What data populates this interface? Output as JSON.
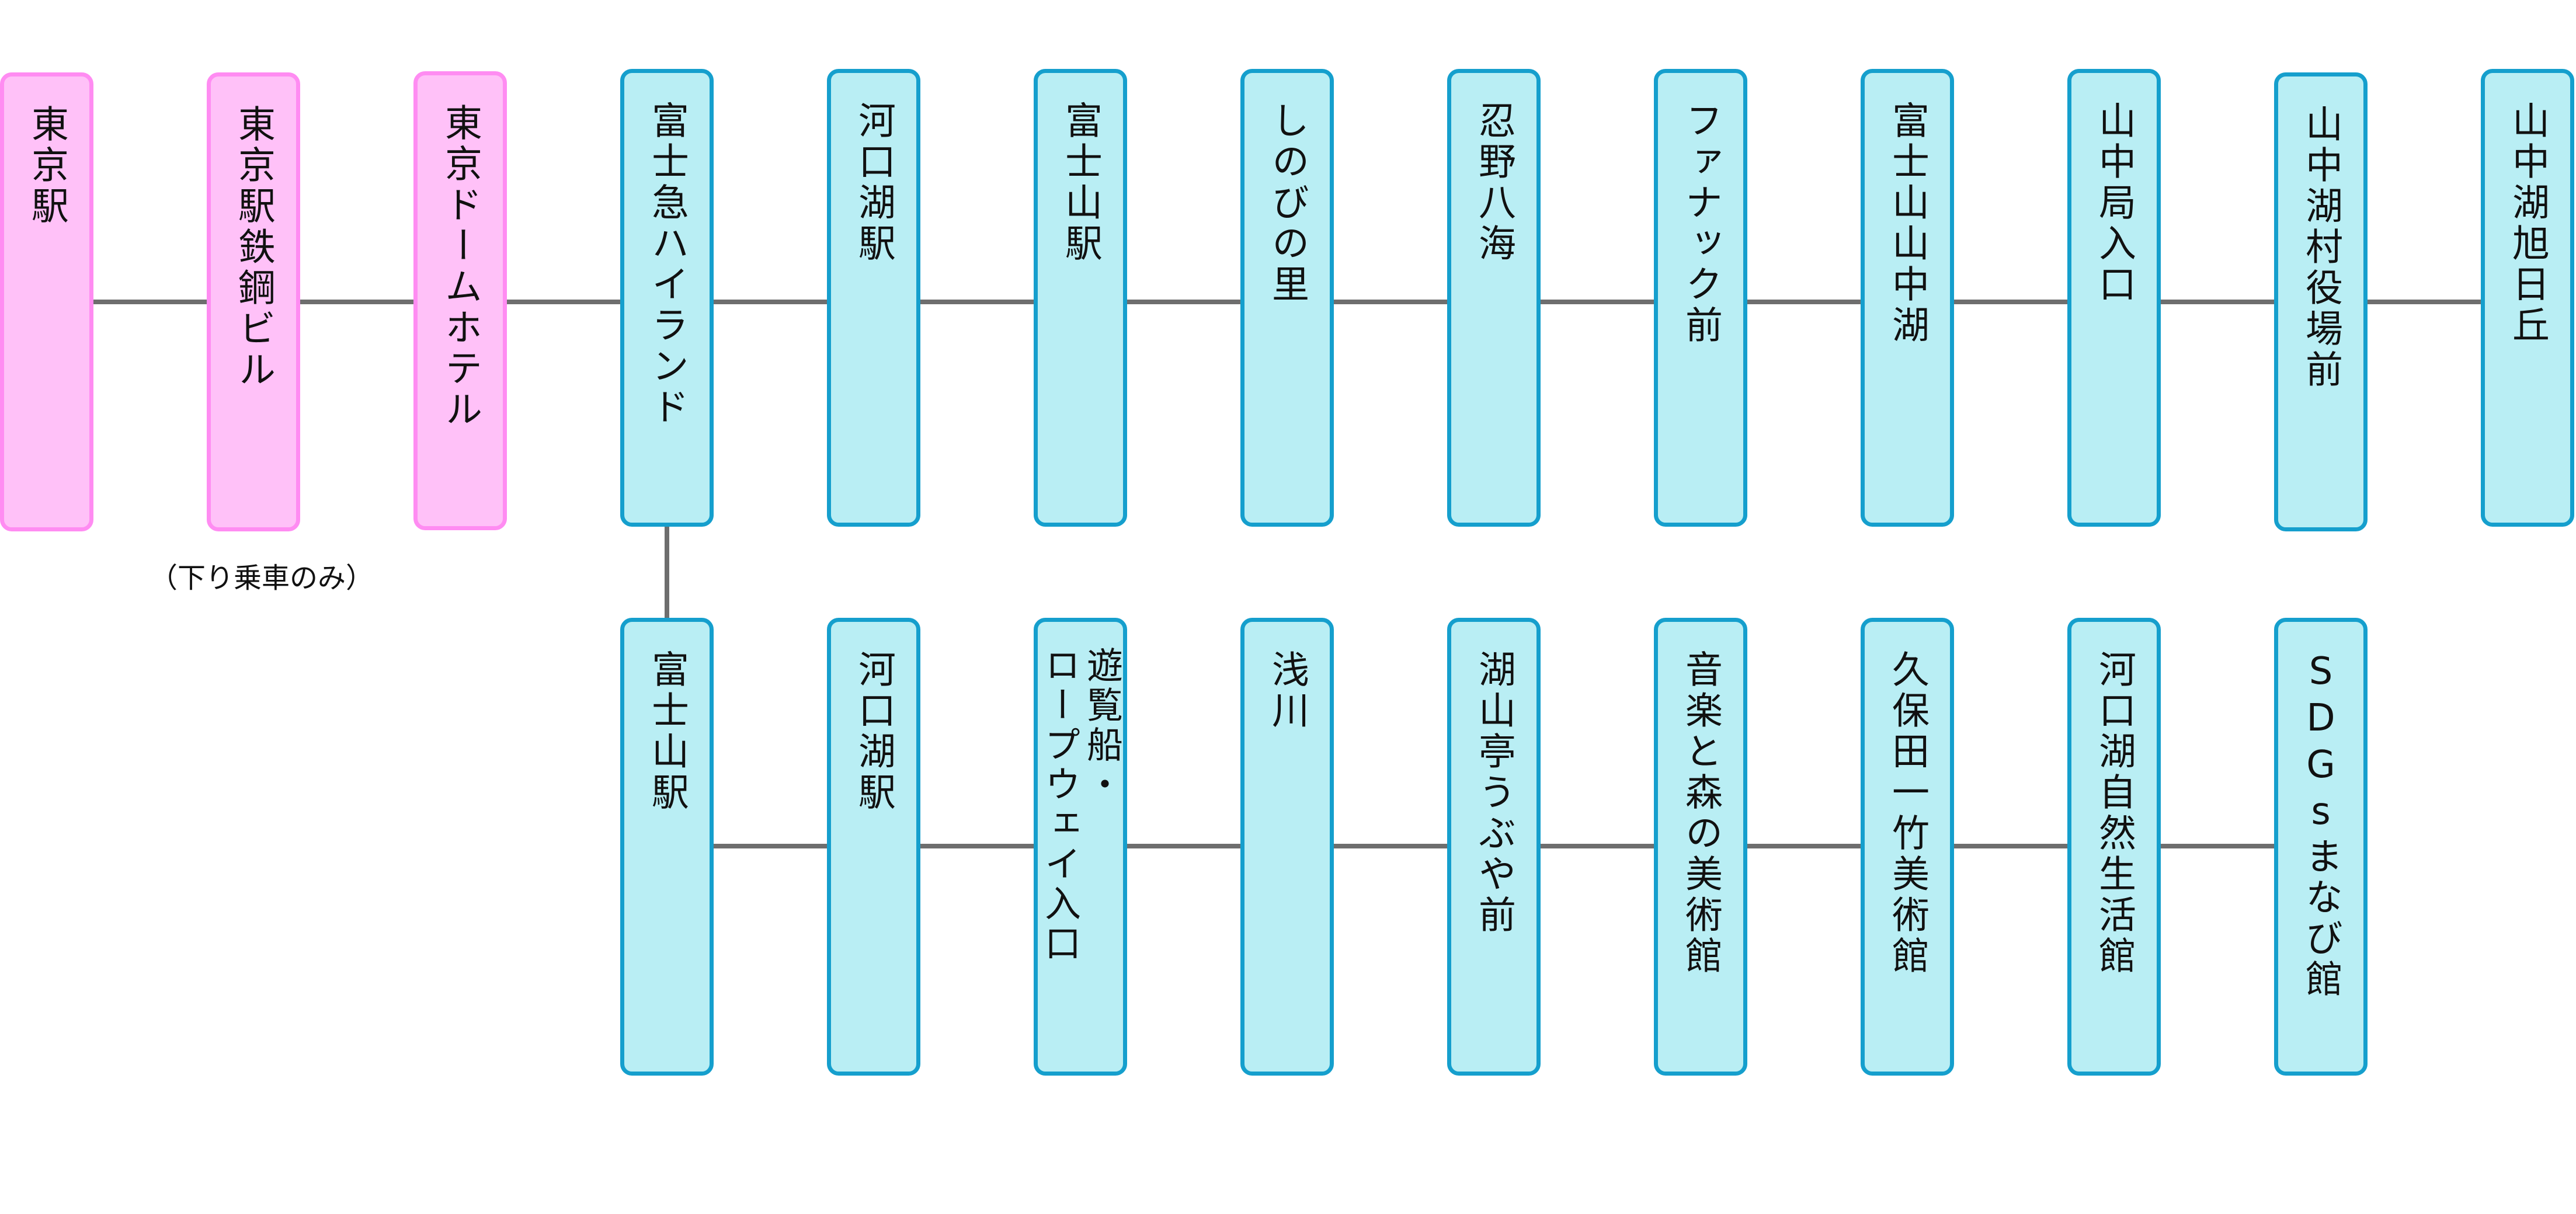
{
  "colors": {
    "line": "#6e6e6e",
    "pink_fill": "#ffc1f8",
    "pink_border": "#ff8cf2",
    "cyan_fill": "#b9eef4",
    "cyan_border": "#159fcd"
  },
  "main_line": [
    {
      "id": "tokyo-station",
      "label": "東京駅",
      "type": "pink"
    },
    {
      "id": "tokyo-tekko-building",
      "label": "東京駅鉄鋼ビル",
      "type": "pink"
    },
    {
      "id": "tokyo-dome-hotel",
      "label": "東京ドームホテル",
      "type": "pink"
    },
    {
      "id": "fujikyu-highland",
      "label": "富士急ハイランド",
      "type": "cyan"
    },
    {
      "id": "kawaguchiko-station",
      "label": "河口湖駅",
      "type": "cyan"
    },
    {
      "id": "fujisan-station",
      "label": "富士山駅",
      "type": "cyan"
    },
    {
      "id": "shinobi-no-sato",
      "label": "しのびの里",
      "type": "cyan"
    },
    {
      "id": "oshino-hakkai",
      "label": "忍野八海",
      "type": "cyan"
    },
    {
      "id": "fanuc-mae",
      "label": "ファナック前",
      "type": "cyan"
    },
    {
      "id": "fujisan-yamanakako",
      "label": "富士山山中湖",
      "type": "cyan"
    },
    {
      "id": "yamanaka-kyoku-iriguchi",
      "label": "山中局入口",
      "type": "cyan"
    },
    {
      "id": "yamanakako-village-office",
      "label": "山中湖村役場前",
      "type": "cyan"
    },
    {
      "id": "yamanakako-asahigaoka",
      "label": "山中湖旭日丘",
      "type": "cyan"
    }
  ],
  "branch_line": [
    {
      "id": "fujisan-station-2",
      "label": "富士山駅",
      "type": "cyan"
    },
    {
      "id": "kawaguchiko-station-2",
      "label": "河口湖駅",
      "type": "cyan"
    },
    {
      "id": "pleasure-boat-ropeway",
      "label_col1": "遊覧船・",
      "label_col2": "ロープウェイ入口",
      "type": "cyan"
    },
    {
      "id": "asakawa",
      "label": "浅川",
      "type": "cyan"
    },
    {
      "id": "kozantei-ubuya",
      "label": "湖山亭うぶや前",
      "type": "cyan"
    },
    {
      "id": "music-forest-museum",
      "label": "音楽と森の美術館",
      "type": "cyan"
    },
    {
      "id": "itchiku-kubota-museum",
      "label": "久保田一竹美術館",
      "type": "cyan"
    },
    {
      "id": "kawaguchiko-nature-center",
      "label": "河口湖自然生活館",
      "type": "cyan"
    },
    {
      "id": "sdgs-manabi-kan",
      "label": "SDGsまなび館",
      "type": "cyan"
    }
  ],
  "note": "（下り乗車のみ）"
}
